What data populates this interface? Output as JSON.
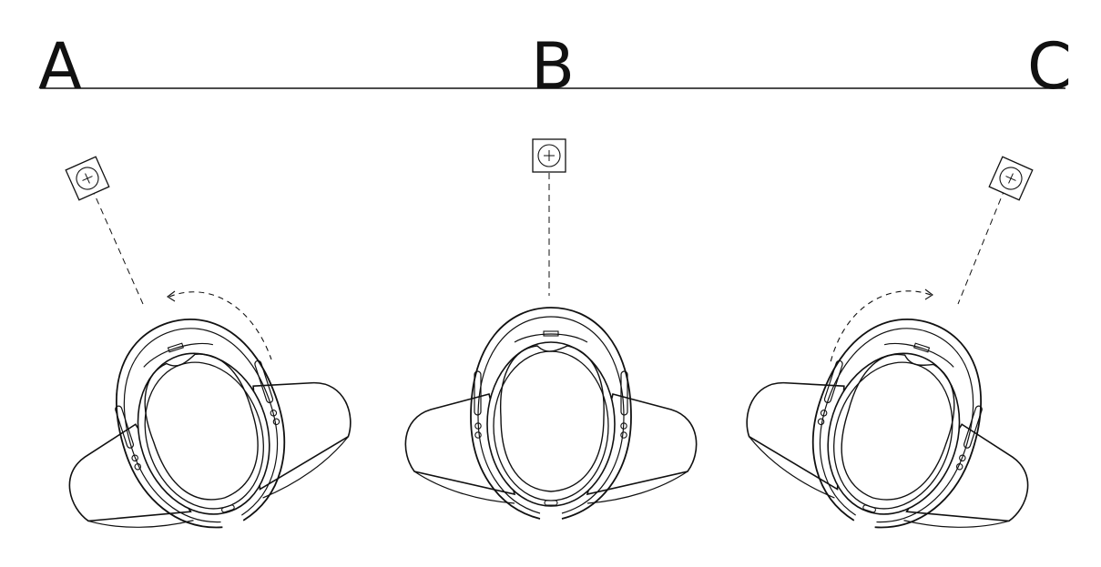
{
  "panels": [
    {
      "label": "A"
    },
    {
      "label": "B"
    },
    {
      "label": "C"
    }
  ],
  "colors": {
    "stroke": "#111111",
    "background": "#ffffff"
  },
  "icons": [
    "target-crosshair-icon",
    "rotation-arrow-icon",
    "headset-icon"
  ]
}
